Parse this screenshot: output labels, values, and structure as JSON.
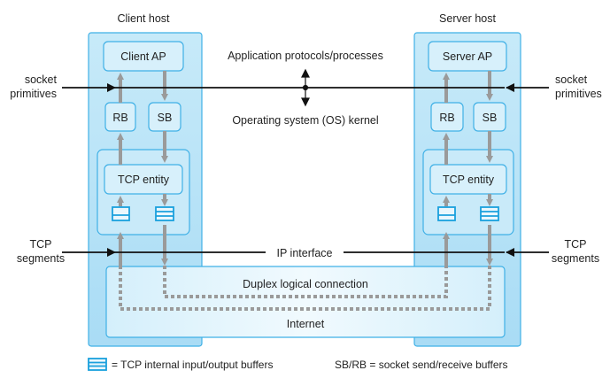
{
  "hosts": {
    "client_title": "Client host",
    "server_title": "Server host"
  },
  "boxes": {
    "client_ap": "Client AP",
    "server_ap": "Server AP",
    "rb": "RB",
    "sb": "SB",
    "tcp_entity": "TCP entity"
  },
  "labels": {
    "application_protocols": "Application protocols/processes",
    "os_kernel": "Operating system (OS) kernel",
    "socket_line1": "socket",
    "socket_line2": "primitives",
    "tcp_line1": "TCP",
    "tcp_line2": "segments",
    "ip_interface": "IP interface",
    "duplex": "Duplex logical connection",
    "internet": "Internet"
  },
  "legend": {
    "buffers": "= TCP internal input/output buffers",
    "sbrb": "SB/RB = socket send/receive buffers"
  },
  "colors": {
    "host_fill": "#bfe6f8",
    "host_border": "#3fb0e6",
    "box_fill": "#d7f0fb",
    "arrow_gray": "#9a9a9a",
    "buffer_blue": "#1aa0dd",
    "line_black": "#111111"
  }
}
